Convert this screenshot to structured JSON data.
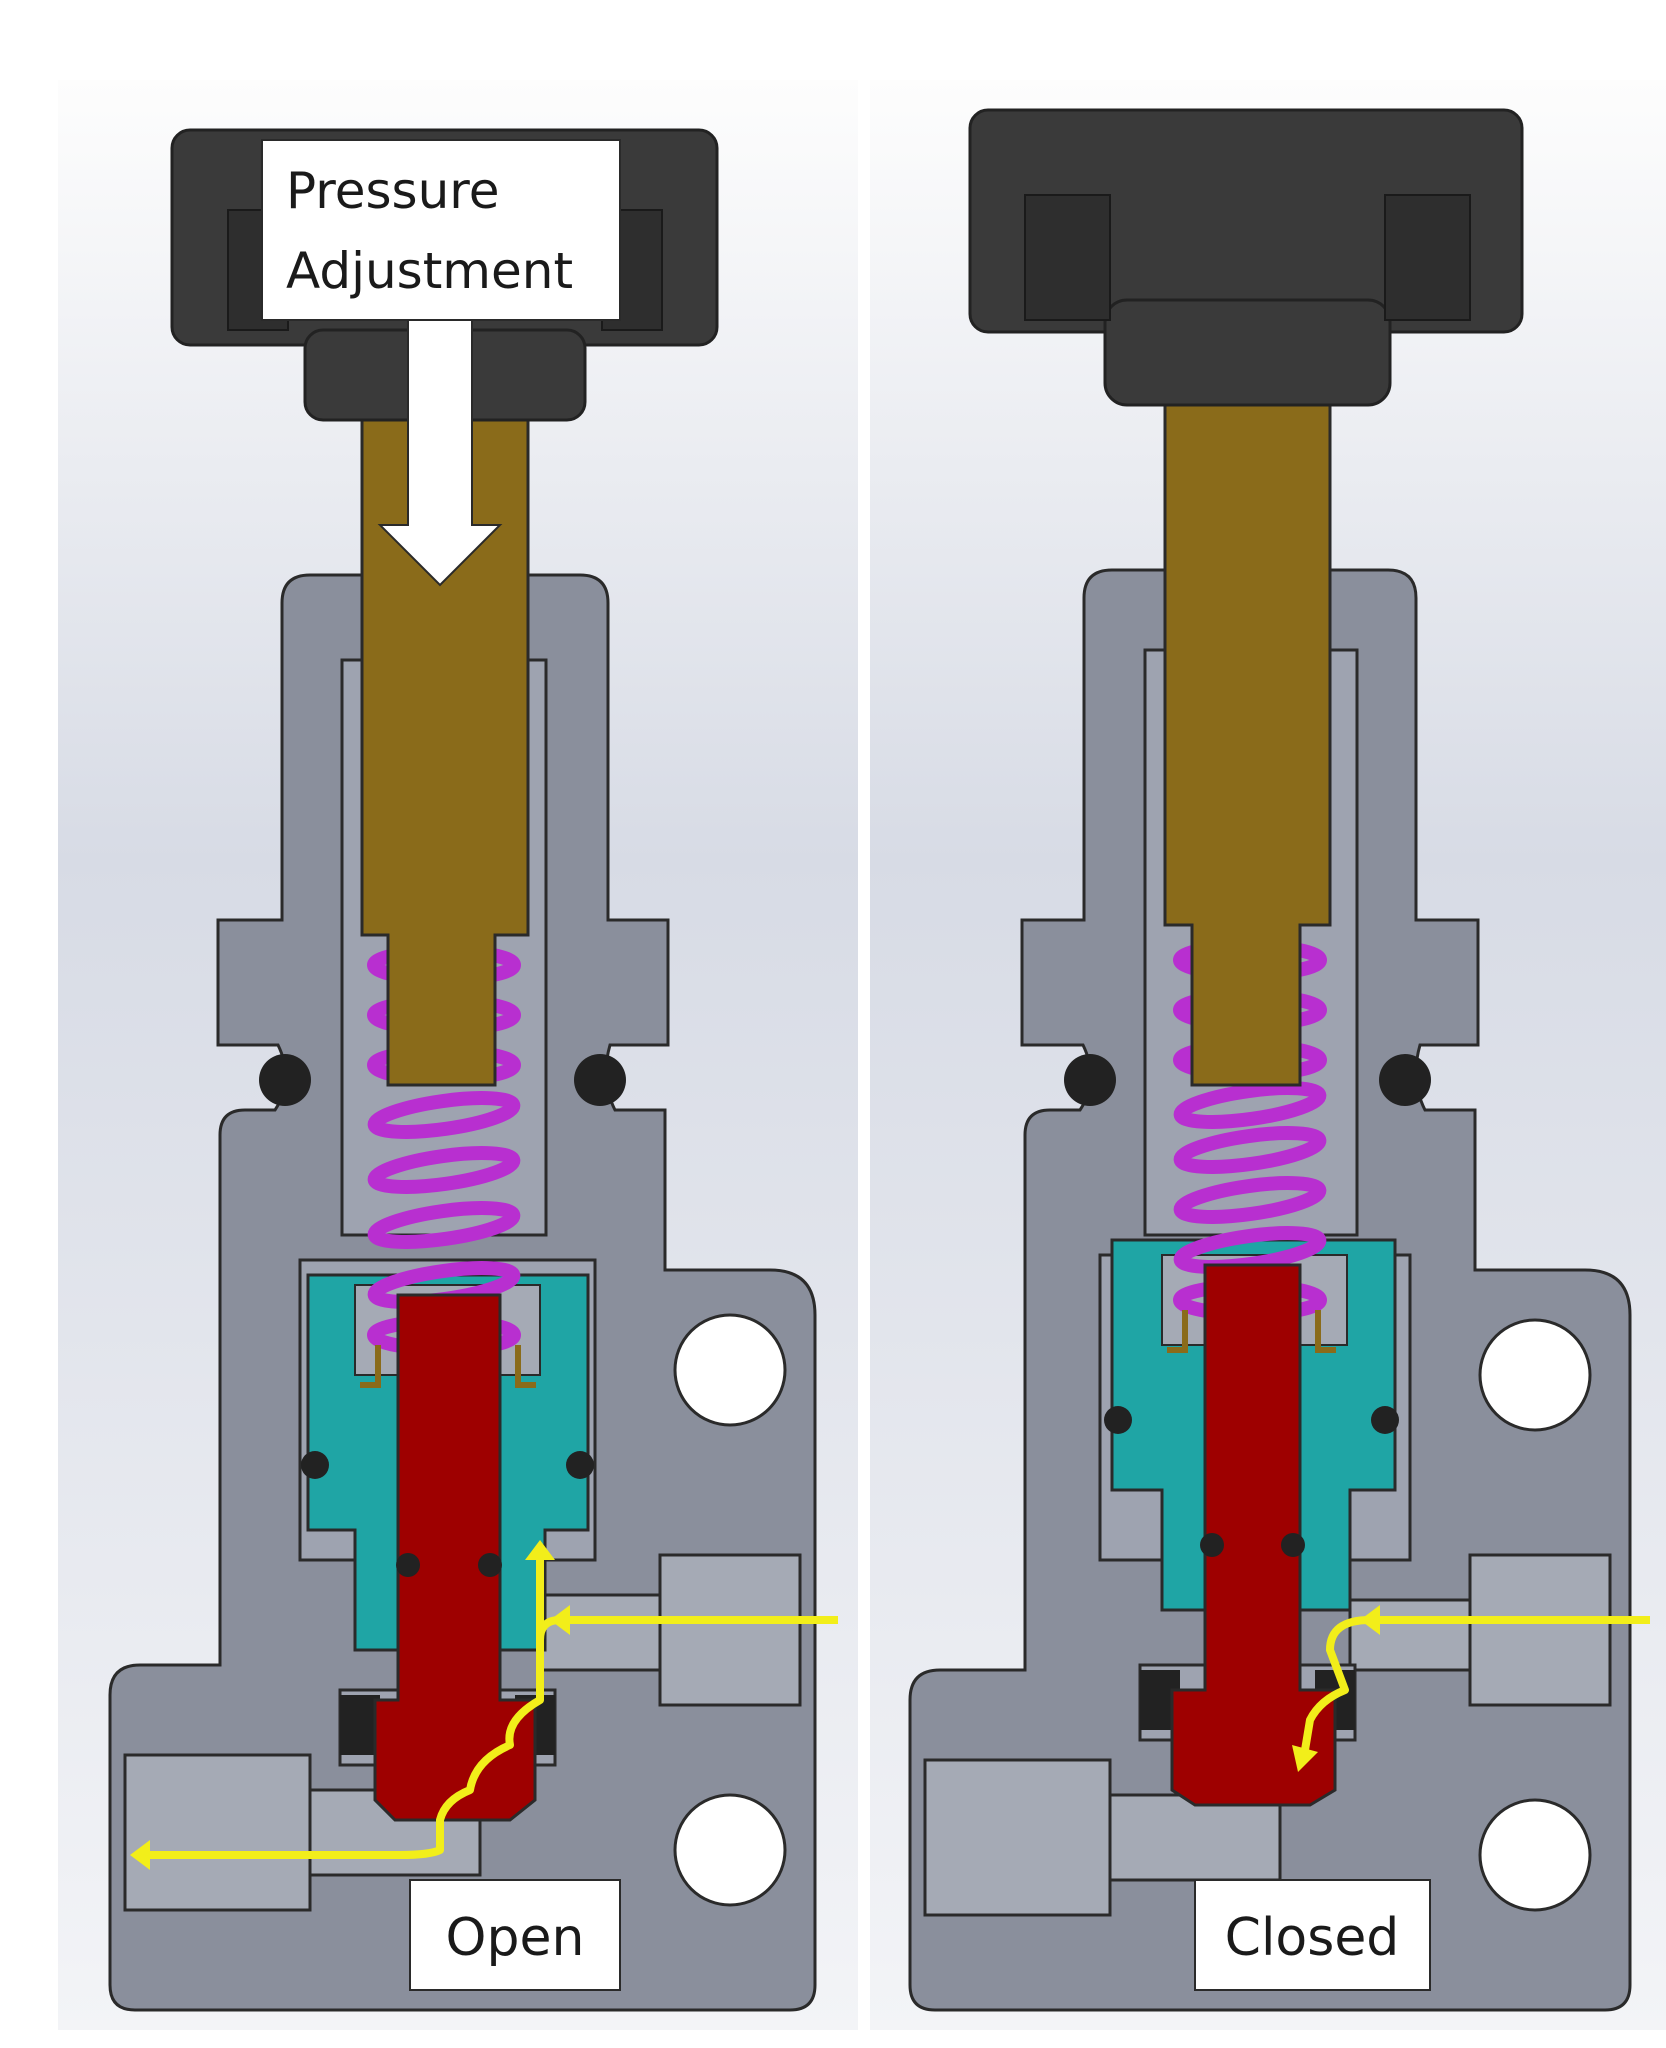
{
  "labels": {
    "pressure_line1": "Pressure",
    "pressure_line2": "Adjustment",
    "open": "Open",
    "closed": "Closed"
  },
  "colors": {
    "background_top": "#ffffff",
    "background_mid": "#d8dde6",
    "body": "#8a8f9c",
    "body_dark": "#7a7f8c",
    "outline": "#2a2a2a",
    "knob": "#3a3a3a",
    "stem": "#8a6b1a",
    "spring": "#b82fd0",
    "piston": "#9e0000",
    "seat": "#1fa5a5",
    "flow_arrow": "#f2ee1a",
    "label_bg": "#ffffff"
  }
}
